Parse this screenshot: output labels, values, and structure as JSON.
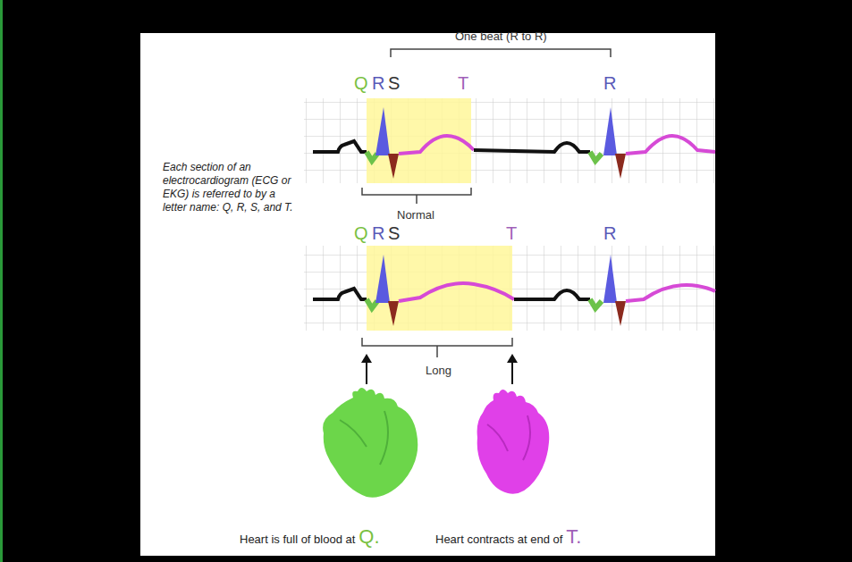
{
  "diagram": {
    "labels": [
      "One beat (R to R)",
      "Q",
      "R",
      "S",
      "T",
      "R",
      "Each section of an electrocardiogram (ECG or EKG) is referred to by a letter name: Q, R, S, and T.",
      "Normal",
      "Q",
      "R",
      "S",
      "T",
      "R",
      "Long",
      "Heart is full of blood at",
      "Q.",
      "Heart contracts at end of",
      "T."
    ]
  }
}
